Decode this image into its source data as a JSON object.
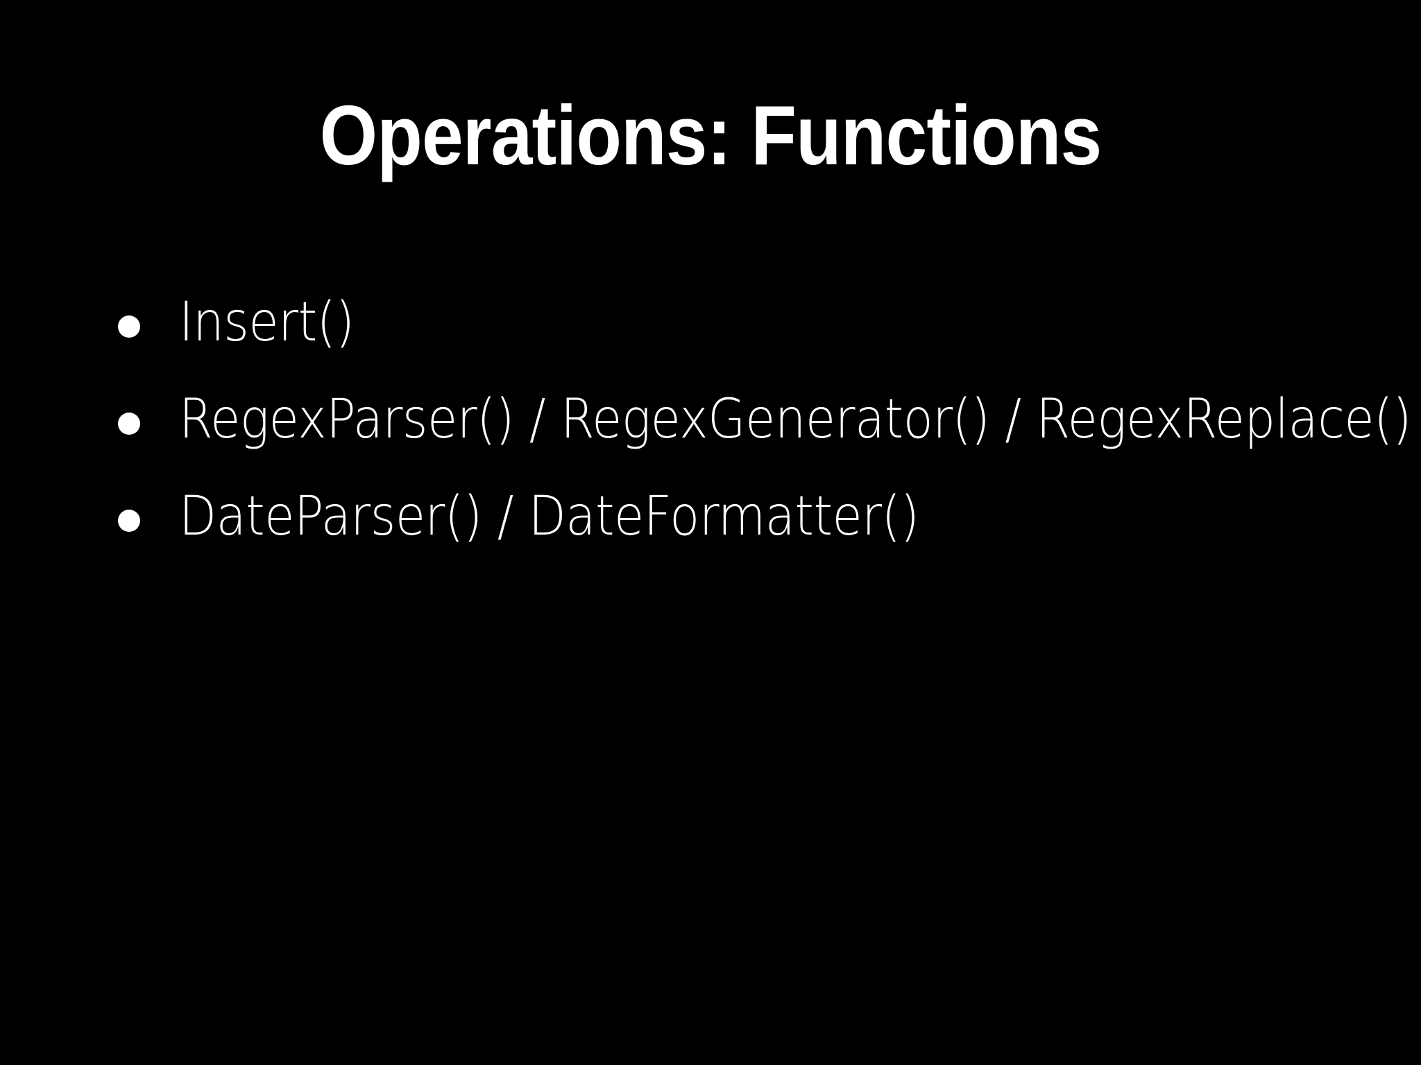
{
  "slide": {
    "background_color": "#000000",
    "text_color": "#ffffff",
    "title": "Operations: Functions",
    "bullets": [
      {
        "text": "Insert()",
        "marker": "disc-bullet-icon"
      },
      {
        "text": "RegexParser() / RegexGenerator() / RegexReplace()",
        "marker": "disc-bullet-icon"
      },
      {
        "text": "DateParser() / DateFormatter()",
        "marker": "disc-bullet-icon"
      }
    ]
  }
}
